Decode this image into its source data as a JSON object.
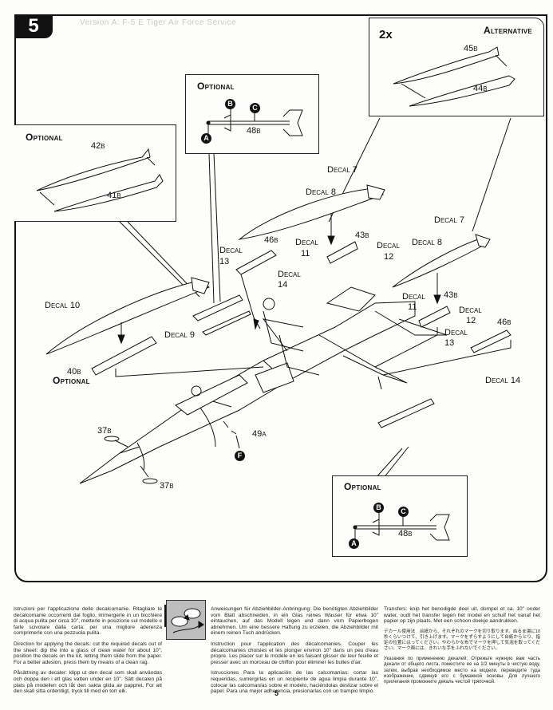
{
  "page": {
    "step_number": "5",
    "page_number": "5",
    "ghost_header": "Version A: F-5 E Tiger Air Force Service"
  },
  "callouts": {
    "alternative": {
      "title": "Alternative",
      "multiplier": "2x",
      "parts": [
        {
          "num": "45",
          "sprue": "B"
        },
        {
          "num": "44",
          "sprue": "B"
        }
      ]
    },
    "optional_tank": {
      "title": "Optional",
      "parts": [
        {
          "num": "42",
          "sprue": "B"
        },
        {
          "num": "41",
          "sprue": "B"
        }
      ]
    },
    "optional_missile_top": {
      "title": "Optional",
      "part": {
        "num": "48",
        "sprue": "B"
      },
      "markers": [
        "A",
        "B",
        "C"
      ]
    },
    "optional_missile_bottom": {
      "title": "Optional",
      "part": {
        "num": "48",
        "sprue": "B"
      },
      "markers": [
        "A",
        "B",
        "C"
      ]
    }
  },
  "main": {
    "labels": [
      {
        "id": "decal7-left",
        "text": "Decal 7"
      },
      {
        "id": "decal8-left",
        "text": "Decal 8"
      },
      {
        "id": "decal11-left-a",
        "text": "Decal"
      },
      {
        "id": "decal11-left-b",
        "text": "11"
      },
      {
        "id": "part43-left",
        "num": "43",
        "sprue": "B"
      },
      {
        "id": "decal12-left-a",
        "text": "Decal"
      },
      {
        "id": "decal12-left-b",
        "text": "12"
      },
      {
        "id": "part46-left",
        "num": "46",
        "sprue": "B"
      },
      {
        "id": "decal13-left-a",
        "text": "Decal"
      },
      {
        "id": "decal13-left-b",
        "text": "13"
      },
      {
        "id": "decal14-left-a",
        "text": "Decal"
      },
      {
        "id": "decal14-left-b",
        "text": "14"
      },
      {
        "id": "decal7-right",
        "text": "Decal 7"
      },
      {
        "id": "decal8-right",
        "text": "Decal 8"
      },
      {
        "id": "decal11-right-a",
        "text": "Decal"
      },
      {
        "id": "decal11-right-b",
        "text": "11"
      },
      {
        "id": "part43-right",
        "num": "43",
        "sprue": "B"
      },
      {
        "id": "decal12-right-a",
        "text": "Decal"
      },
      {
        "id": "decal12-right-b",
        "text": "12"
      },
      {
        "id": "decal13-right-a",
        "text": "Decal"
      },
      {
        "id": "decal13-right-b",
        "text": "13"
      },
      {
        "id": "part46-right",
        "num": "46",
        "sprue": "B"
      },
      {
        "id": "decal14-right",
        "text": "Decal 14"
      },
      {
        "id": "decal10",
        "text": "Decal 10"
      },
      {
        "id": "decal9",
        "text": "Decal 9"
      },
      {
        "id": "part40",
        "num": "40",
        "sprue": "B"
      },
      {
        "id": "optional-40",
        "text": "Optional"
      },
      {
        "id": "part37-top",
        "num": "37",
        "sprue": "B"
      },
      {
        "id": "part37-bottom",
        "num": "37",
        "sprue": "B"
      },
      {
        "id": "part49",
        "num": "49",
        "sprue": "A"
      },
      {
        "id": "marker-f",
        "text": "F"
      }
    ]
  },
  "instructions": {
    "italian": "Istruzioni per l'applicazione delle decalcomanie. Ritagliare le decalcomanie occorrenti dal foglio, immergerle in un bicchiere di acqua pulita per circa 10\", metterle in posizione sul modello e farle scivolare dalla carta: per una migliore aderenza comprimerle con una pezzuola pulita.",
    "english": "Direction for applying the decals: cut the required decals out of the sheet: dip the into a glass of clean water for about 10\"; position the decals on the kit, letting them slide from the paper. For a better adesion, press them by means of a clean rag.",
    "swedish": "Påsättning av decaler: klipp ut den decal som skall användas och doppa den i ett glas vatten under en 10\". Sätt decalen på plats på modellen och låt den sakta glida av pappret. For att den skall sitta ordentligt, tryck till med en torr elk.",
    "german": "Anweisungen für Abziehbilder-Anbringung: Die benötigten Abziehbilder vom Blatt abschneiden, in ein Glas reines Wasser für etwa 10\" eintauchen, auf das Modell legen und dann vom Papierbogen abnehmen. Um eine bessere Haftung zu erzielen, die Abziehbilder mit einem reinen Tuch andrücken.",
    "french": "Instruction pour l'application des décalcomanies. Couper les décalcomanies choisies et les plonger environ 10\" dans un peu d'eau propre. Les placer sur le modèle en les faisant glisser de leur feuille et presser avec un morceau de chiffon pour éliminer les bulles d'air.",
    "spanish": "Istrucciones Para la aplicación de las calcomanías: cortar las requeridas, sumergirlas en un recipiente de agua limpia durante 10\", colocar las calcomanías sobre el modelo, haciéndolas deslizar sobre el papel. Para una mejor adherencia, presionarlas con un trampio limpio.",
    "dutch": "Transfers: knip het benodigde deel uit, dompel et ca. 10\" onder water, oudt het transfer tegen het model en schuif het vanaf het papier op zijn plaats. Met een schoon doekje aandrukken.",
    "japanese": "デカール使用法　台紙から、それぞれのマークを切り取ります。ぬるま湯に10秒くらいつけて、引き上げます。マークをずらすようにして台紙からとり、指定の位置にはってください。やわらかな布でマークを押して気泡を取ってください。マーク面には、きれいな手をふれないでください。",
    "russian": "Указания по применению декалей: Отрежьте нужную вам часть декали от общего листа, поместите ее на 1/2 минуты в чистую воду, затем, выбрав необходимое место на модели, переведите туда изображение, сдвинув его с бумажной основы. Для лучшего прилегания промокните декаль чистой тряпочкой."
  }
}
